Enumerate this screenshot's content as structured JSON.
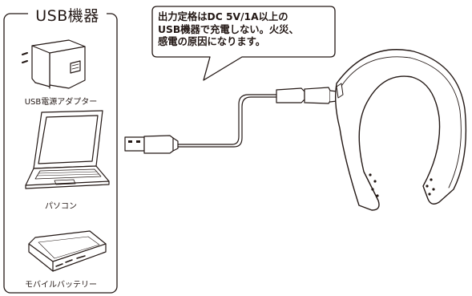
{
  "device_panel": {
    "title": "USB機器",
    "devices": [
      {
        "label": "USB電源アダプター",
        "icon": "usb-power-adapter-icon"
      },
      {
        "label": "パソコン",
        "icon": "laptop-icon"
      },
      {
        "label": "モバイルバッテリー",
        "icon": "mobile-battery-icon"
      }
    ]
  },
  "warning": {
    "lines": [
      "出力定格はDC 5V/1A以上の",
      "USB機器で充電しない。火災、",
      "感電の原因になります。"
    ]
  },
  "illustration": {
    "cable": "usb-cable",
    "product": "neck-speaker-icon"
  }
}
